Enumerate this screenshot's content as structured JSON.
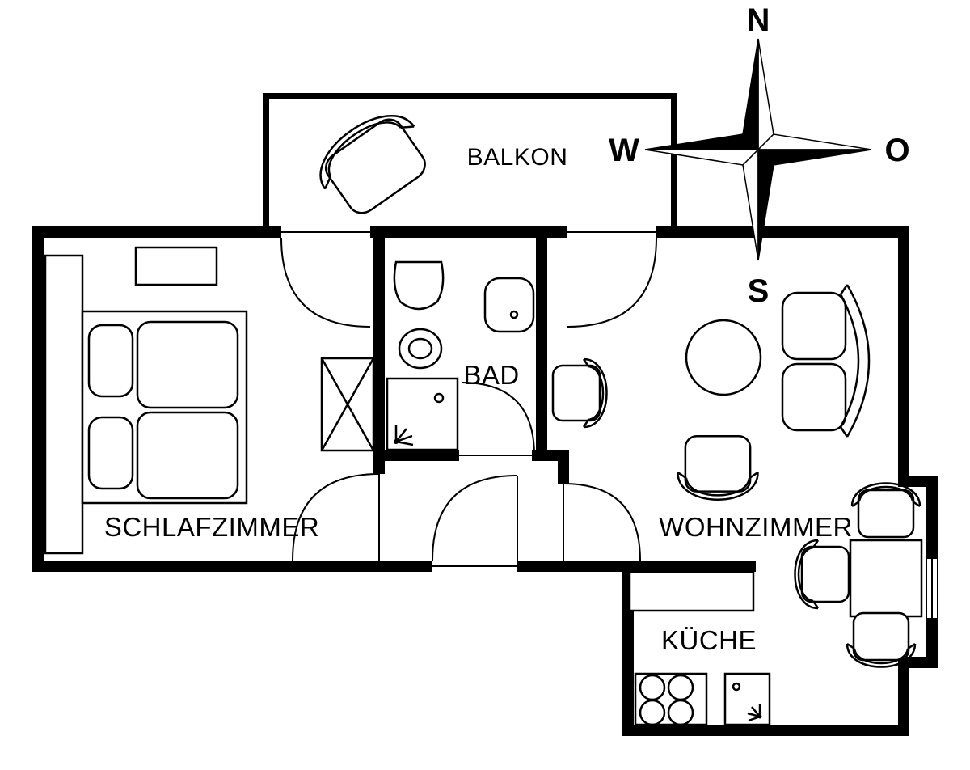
{
  "plan": {
    "background": "#ffffff",
    "wall_color": "#000000",
    "line_color": "#000000"
  },
  "compass": {
    "north": "N",
    "east": "O",
    "south": "S",
    "west": "W"
  },
  "rooms": {
    "balcony": {
      "label": "BALKON"
    },
    "bedroom": {
      "label": "SCHLAFZIMMER"
    },
    "bathroom": {
      "label": "BAD"
    },
    "living_room": {
      "label": "WOHNZIMMER"
    },
    "kitchen": {
      "label": "KÜCHE"
    }
  },
  "furniture": {
    "balcony": [
      "deck-chair"
    ],
    "bedroom": [
      "wardrobe",
      "dresser",
      "double-bed",
      "crossed-cabinet"
    ],
    "bathroom": [
      "washbasin",
      "toilet",
      "sink-cabinet",
      "shower"
    ],
    "hallway": [
      "console-chair"
    ],
    "living_room": [
      "sofa",
      "round-table",
      "armchair",
      "dining-table",
      "dining-chairs"
    ],
    "kitchen": [
      "counter",
      "stove-four-burners",
      "sink"
    ]
  }
}
